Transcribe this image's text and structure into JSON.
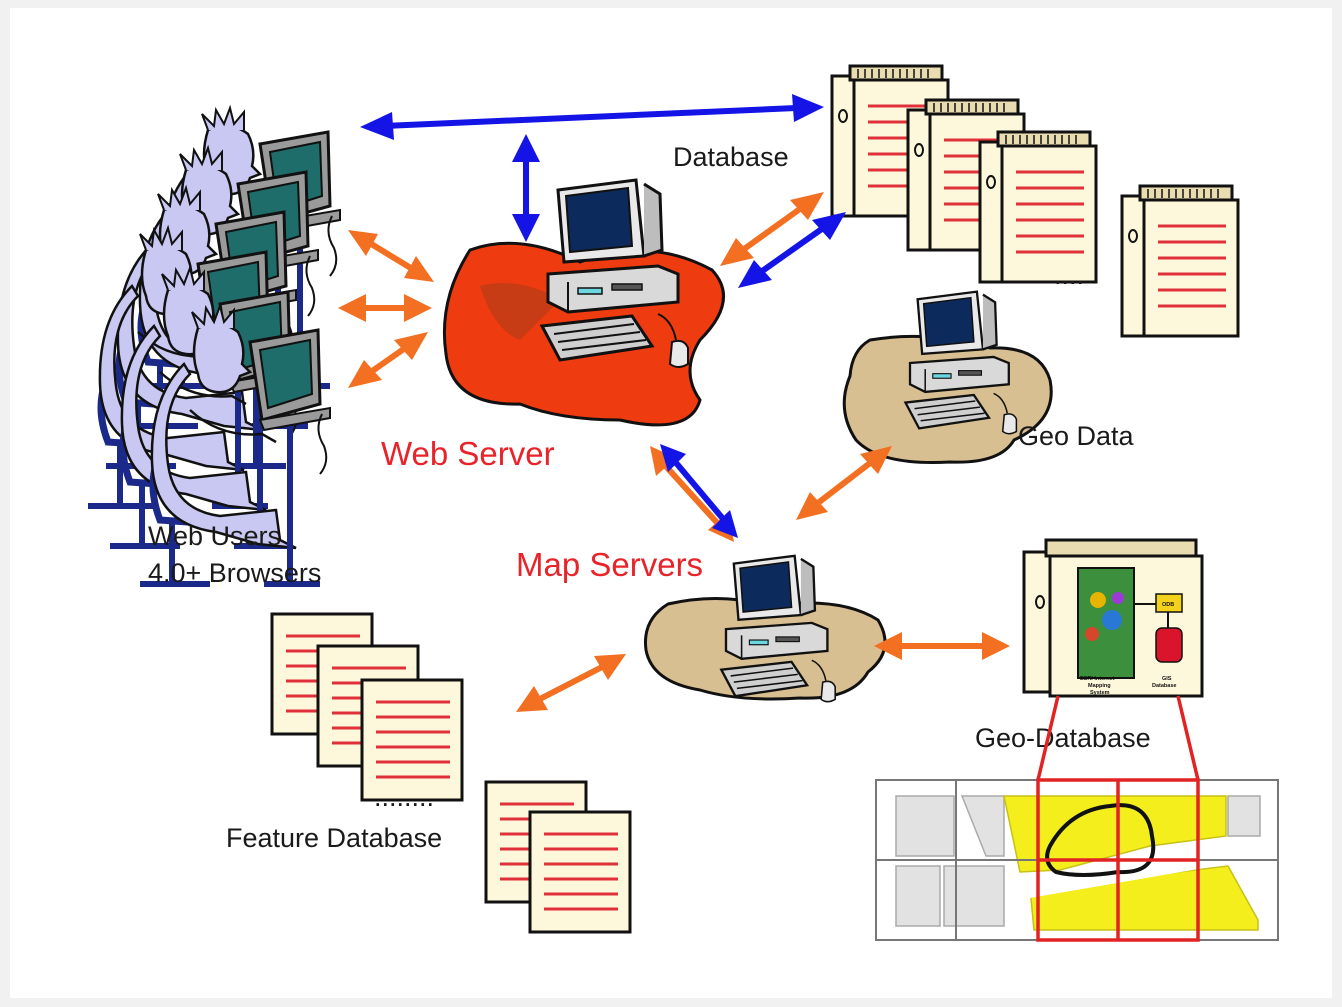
{
  "labels": {
    "database": "Database",
    "web_server": "Web Server",
    "geo_data": "Geo Data",
    "web_users_line1": "Web Users",
    "web_users_line2": "4.0+ Browsers",
    "map_servers": "Map Servers",
    "geo_database": "Geo-Database",
    "feature_database": "Feature Database",
    "ellipsis_database": "....",
    "ellipsis_feature": "........"
  },
  "geodb_panel": {
    "left_caption": [
      "ESRI Internet",
      "Mapping",
      "System"
    ],
    "right_caption": [
      "GIS",
      "Database"
    ],
    "box_label": "ODB"
  },
  "colors": {
    "orange_arrow": "#f36f21",
    "blue_arrow": "#1414e6",
    "label_red": "#e8232a",
    "server_blob_red": "#ef3b10",
    "server_blob_tan": "#d8bf92",
    "document_fill": "#fdf8dc",
    "document_line": "#e0313a",
    "map_yellow": "#f3ee1c"
  }
}
